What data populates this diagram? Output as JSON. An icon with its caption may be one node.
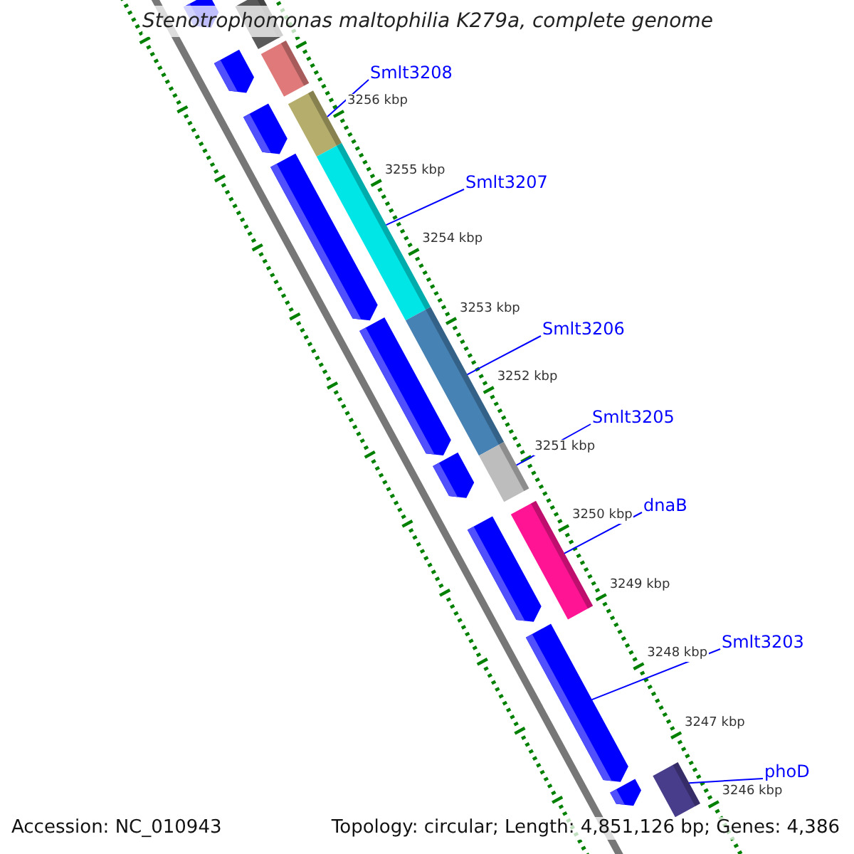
{
  "diagram": {
    "title": "Stenotrophomonas maltophilia K279a, complete genome",
    "nodes": [
      {
        "text": [],
        "shape": "bar"
      },
      {
        "text": [],
        "shape": "bar"
      },
      {
        "text": [],
        "shape": "bar"
      },
      {
        "text": [],
        "shape": "bar"
      },
      {
        "text": [],
        "shape": "bar"
      },
      {
        "text": [],
        "shape": "bar"
      },
      {
        "text": [],
        "shape": "bar"
      },
      {
        "text": [],
        "shape": "bar"
      },
      {
        "text": [],
        "shape": "bar"
      },
      {
        "text": [],
        "shape": "bar"
      },
      {
        "text": [],
        "shape": "bar"
      },
      {
        "text": [],
        "shape": "bar"
      },
      {
        "text": [],
        "shape": "bar"
      },
      {
        "text": [],
        "shape": "bar"
      },
      {
        "text": [],
        "shape": "bar"
      },
      {
        "text": [],
        "shape": "bar"
      },
      {
        "text": [],
        "shape": "bar"
      },
      {
        "text": [
          "Smlt3208"
        ]
      },
      {
        "text": [
          "Smlt3207"
        ]
      },
      {
        "text": [
          "Smlt3206"
        ]
      },
      {
        "text": [
          "Smlt3205"
        ]
      },
      {
        "text": [
          "dnaB"
        ]
      },
      {
        "text": [
          "Smlt3203"
        ]
      },
      {
        "text": [
          "phoD"
        ]
      }
    ],
    "edges": [
      {
        "from": 17,
        "to": 4,
        "arrow": "none"
      },
      {
        "from": 18,
        "to": 6,
        "arrow": "none"
      },
      {
        "from": 19,
        "to": 8,
        "arrow": "none"
      },
      {
        "from": 20,
        "to": 10,
        "arrow": "none"
      },
      {
        "from": 21,
        "to": 12,
        "arrow": "none"
      },
      {
        "from": 22,
        "to": 14,
        "arrow": "none"
      },
      {
        "from": 23,
        "to": 15,
        "arrow": "none"
      }
    ],
    "labels": [
      "3256 kbp",
      "3255 kbp",
      "3254 kbp",
      "3253 kbp",
      "3252 kbp",
      "3251 kbp",
      "3250 kbp",
      "3249 kbp",
      "3248 kbp",
      "3247 kbp",
      "3246 kbp",
      "Accession: NC_010943",
      "Topology: circular; Length: 4,851,126 bp; Genes: 4,386"
    ]
  }
}
